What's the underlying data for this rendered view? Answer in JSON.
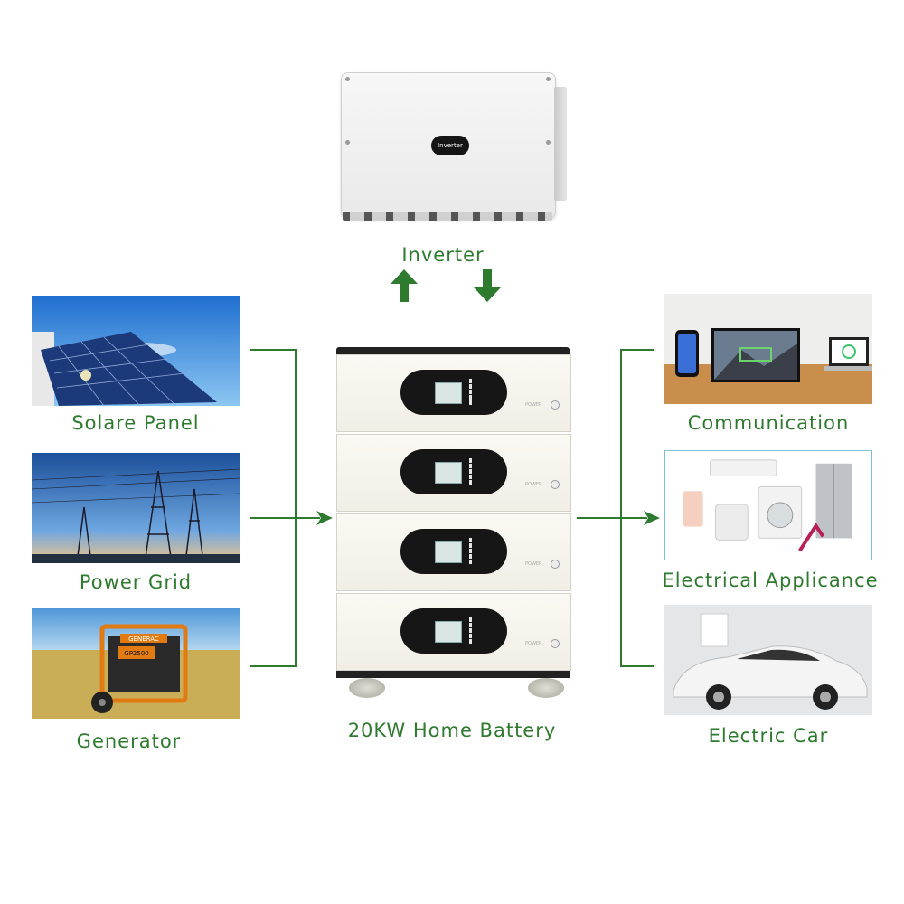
{
  "inverter": {
    "label": "Inverter",
    "badge_text": "Inverter"
  },
  "battery": {
    "label": "20KW Home Battery",
    "power_text": "POWER"
  },
  "sources": [
    {
      "id": "solar",
      "label": "Solare Panel"
    },
    {
      "id": "grid",
      "label": "Power Grid"
    },
    {
      "id": "generator",
      "label": "Generator"
    }
  ],
  "generator_brand": "GENERAC",
  "generator_model": "GP2500",
  "loads": [
    {
      "id": "communication",
      "label": "Communication"
    },
    {
      "id": "appliance",
      "label": "Electrical Applicance"
    },
    {
      "id": "car",
      "label": "Electric Car"
    }
  ],
  "colors": {
    "accent": "#2e7a2e",
    "arrow": "#2e7a2e"
  },
  "icons": [
    "up-arrow-icon",
    "down-arrow-icon",
    "right-arrow-icon"
  ]
}
